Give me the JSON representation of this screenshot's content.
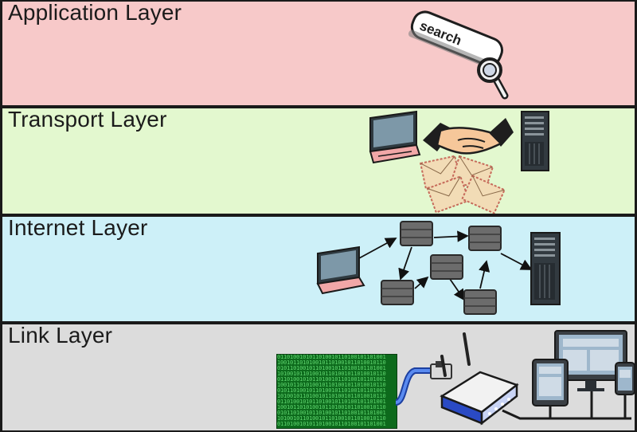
{
  "layers": [
    {
      "title": "Application Layer",
      "color": "#f7c9c9"
    },
    {
      "title": "Transport Layer",
      "color": "#e3f8cf"
    },
    {
      "title": "Internet Layer",
      "color": "#cdf0f8"
    },
    {
      "title": "Link Layer",
      "color": "#dcdcdc"
    }
  ],
  "application": {
    "search_label": "search"
  },
  "link": {
    "binary_color": "#2e9e3e",
    "binary_rows": [
      "0110100101011010010110100101101001",
      "1001011010100101101001011010010110",
      "0101101001011010010110100101101001",
      "1010010110100101101001011010010110",
      "0110100101011010010110100101101001",
      "1001011010100101101001011010010110",
      "0101101001011010010110100101101001",
      "1010010110100101101001011010010110",
      "0110100101011010010110100101101001",
      "1001011010100101101001011010010110",
      "0101101001011010010110100101101001",
      "1010010110100101101001011010010110",
      "0110100101011010010110100101101001"
    ]
  },
  "icons": [
    "search-bar-icon",
    "magnifier-icon",
    "laptop-icon",
    "handshake-icon",
    "envelope-icon",
    "server-tower-icon",
    "router-node-icon",
    "wifi-router-icon",
    "ethernet-cable-icon",
    "monitor-icon",
    "tablet-icon",
    "smartphone-icon"
  ]
}
